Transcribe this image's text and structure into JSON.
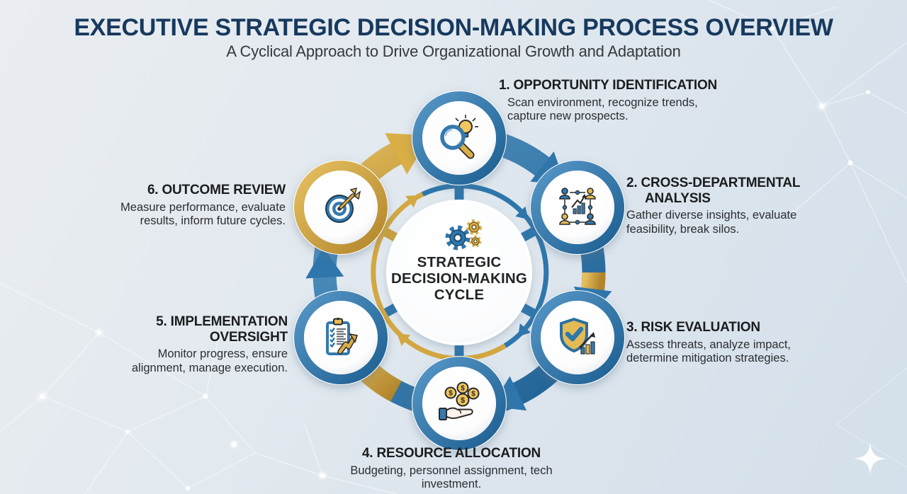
{
  "header": {
    "title": "EXECUTIVE STRATEGIC DECISION-MAKING PROCESS OVERVIEW",
    "subtitle": "A Cyclical Approach to Drive Organizational Growth and Adaptation"
  },
  "center": {
    "icon": "gears-icon",
    "line1": "STRATEGIC",
    "line2": "DECISION-MAKING",
    "line3": "CYCLE"
  },
  "steps": [
    {
      "title": "1. OPPORTUNITY IDENTIFICATION",
      "description": "Scan environment, recognize trends, capture new prospects.",
      "icon": "magnifying-glass-lightbulb-icon",
      "position": "top"
    },
    {
      "title": "2. CROSS-DEPARTMENTAL ANALYSIS",
      "description": "Gather diverse insights, evaluate feasibility, break silos.",
      "icon": "team-analytics-icon",
      "position": "upper-right"
    },
    {
      "title": "3. RISK EVALUATION",
      "description": "Assess threats, analyze impact, determine mitigation strategies.",
      "icon": "shield-checkmark-icon",
      "position": "lower-right"
    },
    {
      "title": "4. RESOURCE ALLOCATION",
      "description": "Budgeting, personnel assignment, tech investment.",
      "icon": "hand-coins-icon",
      "position": "bottom"
    },
    {
      "title": "5. IMPLEMENTATION OVERSIGHT",
      "description": "Monitor progress, ensure alignment, manage execution.",
      "icon": "checklist-growth-icon",
      "position": "lower-left"
    },
    {
      "title": "6. OUTCOME REVIEW",
      "description": "Measure performance, evaluate results, inform future cycles.",
      "icon": "target-dart-icon",
      "position": "upper-left"
    }
  ],
  "icons": {
    "coin_symbol": "$"
  },
  "colors": {
    "accent_blue": "#2e76ab",
    "accent_gold": "#cfa23f",
    "title_navy": "#17395e",
    "text_dark": "#232528",
    "background": "#dde6ee"
  }
}
